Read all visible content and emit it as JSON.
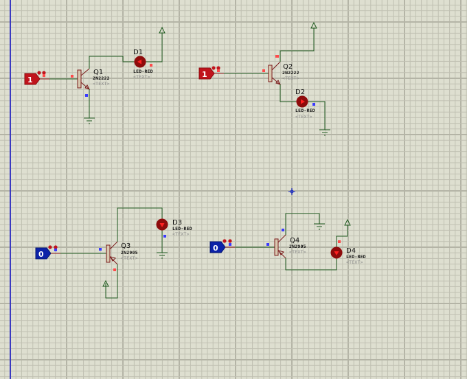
{
  "app": "ISIS schematic editor",
  "colors": {
    "background": "#dedfd0",
    "grid_minor": "#c0c0b2",
    "grid_major": "#b4b4a6",
    "origin_line": "#1010c8",
    "wire_green": "#1f5a1f",
    "wire_red": "#8b1a1a",
    "component_body": "#d8c8b0",
    "component_outline": "#7a1a1a",
    "logic_high": "#c0141c",
    "logic_low": "#0c22a8",
    "pin_high": "#ff4a4a",
    "pin_low": "#3a3aff",
    "led_body": "#8e0b0b",
    "led_glyph": "#ff2020",
    "cursor": "#1020c0"
  },
  "circuits": [
    {
      "id": "c1",
      "input": {
        "state": "1",
        "level": "high"
      },
      "transistor": {
        "ref": "Q1",
        "part": "2N2222",
        "type": "NPN",
        "text_placeholder": "<TEXT>"
      },
      "led": {
        "ref": "D1",
        "part": "LED-RED",
        "text_placeholder": "<TEXT>",
        "lit": true
      },
      "supply": "power",
      "return": "ground"
    },
    {
      "id": "c2",
      "input": {
        "state": "1",
        "level": "high"
      },
      "transistor": {
        "ref": "Q2",
        "part": "2N2222",
        "type": "NPN",
        "text_placeholder": "<TEXT>"
      },
      "led": {
        "ref": "D2",
        "part": "LED-RED",
        "text_placeholder": "<TEXT>",
        "lit": true
      },
      "supply": "power",
      "return": "ground"
    },
    {
      "id": "c3",
      "input": {
        "state": "0",
        "level": "low"
      },
      "transistor": {
        "ref": "Q3",
        "part": "2N2905",
        "type": "PNP",
        "text_placeholder": "<TEXT>"
      },
      "led": {
        "ref": "D3",
        "part": "LED-RED",
        "text_placeholder": "<TEXT>",
        "lit": true
      },
      "supply": "power",
      "return": "ground"
    },
    {
      "id": "c4",
      "input": {
        "state": "0",
        "level": "low"
      },
      "transistor": {
        "ref": "Q4",
        "part": "2N2905",
        "type": "PNP",
        "text_placeholder": "<TEXT>"
      },
      "led": {
        "ref": "D4",
        "part": "LED-RED",
        "text_placeholder": "<TEXT>",
        "lit": true
      },
      "supply": "power",
      "return": "ground"
    }
  ]
}
